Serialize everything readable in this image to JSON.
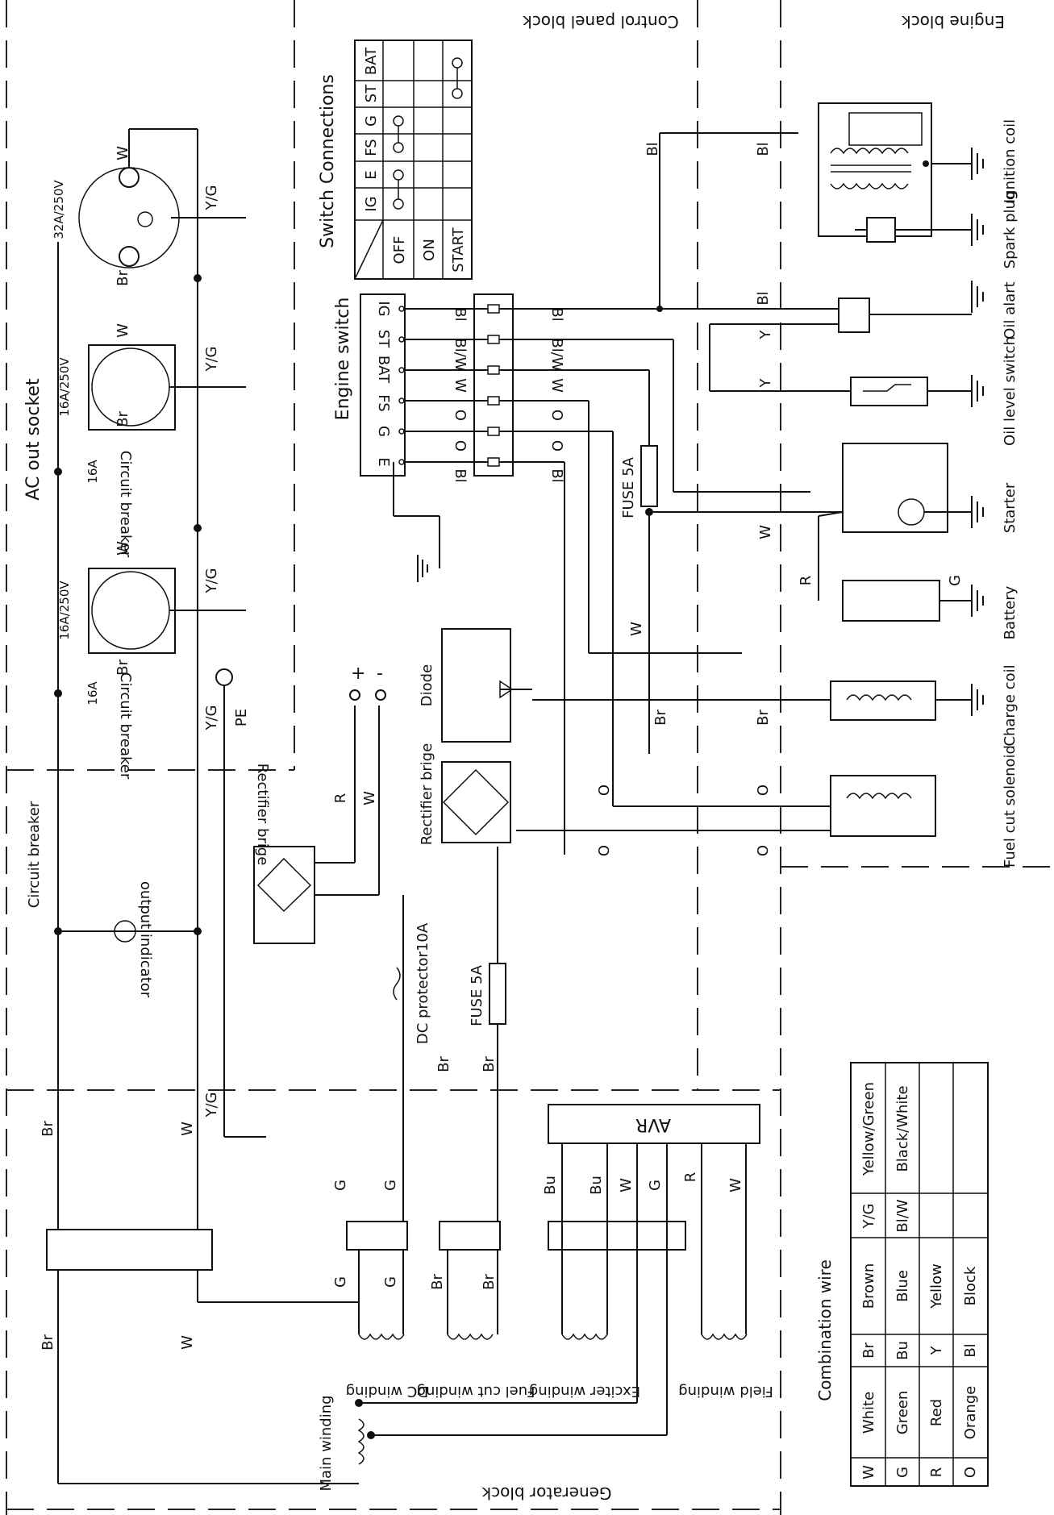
{
  "blocks": {
    "control_panel": "Control panel block",
    "engine": "Engine block",
    "generator": "Generator block"
  },
  "switch_connections": {
    "title": "Switch Connections",
    "columns": [
      "IG",
      "E",
      "FS",
      "G",
      "ST",
      "BAT"
    ],
    "rows": [
      "OFF",
      "ON",
      "START"
    ]
  },
  "engine_switch": {
    "title": "Engine switch",
    "terminals": [
      "IG",
      "ST",
      "BAT",
      "FS",
      "G",
      "E"
    ]
  },
  "ac_socket": {
    "title": "AC out socket",
    "ratings": [
      "32A/250V",
      "16A/250V",
      "16A/250V"
    ],
    "breaker_label": "Circuit breaker",
    "breaker_rating": "16A"
  },
  "engine_components": [
    "Ignition coil",
    "Spark plug",
    "Oil alart",
    "Oil level switch",
    "Starter",
    "Battery",
    "Charge coil",
    "Fuel cut solenoid"
  ],
  "panel_components": {
    "fuse": "FUSE 5A",
    "diode": "Diode",
    "rectifier_engine": "Rectifier brige",
    "rectifier_panel": "Rectifier brige",
    "dc_protector": "DC protector10A",
    "circuit_breaker": "Circuit breaker",
    "output_indicator": "output indicator",
    "pe": "PE",
    "plus": "+",
    "minus": "-"
  },
  "generator_components": {
    "avr": "AVR",
    "main_winding": "Main winding",
    "dc_winding": "DC winding",
    "fuel_cut_winding": "Fuel cut winding",
    "exciter_winding": "Exciter winding",
    "field_winding": "Field winding"
  },
  "wire_codes": [
    "W",
    "Y/G",
    "Br",
    "Bl",
    "Bl/W",
    "O",
    "R",
    "G",
    "Bu",
    "Y"
  ],
  "combination_wire": {
    "title": "Combination wire",
    "rows": [
      [
        "W",
        "White",
        "Br",
        "Brown",
        "Y/G",
        "Yellow/Green"
      ],
      [
        "G",
        "Green",
        "Bu",
        "Blue",
        "Bl/W",
        "Black/White"
      ],
      [
        "R",
        "Red",
        "Y",
        "Yellow",
        "",
        ""
      ],
      [
        "O",
        "Orange",
        "Bl",
        "Block",
        "",
        ""
      ]
    ]
  }
}
